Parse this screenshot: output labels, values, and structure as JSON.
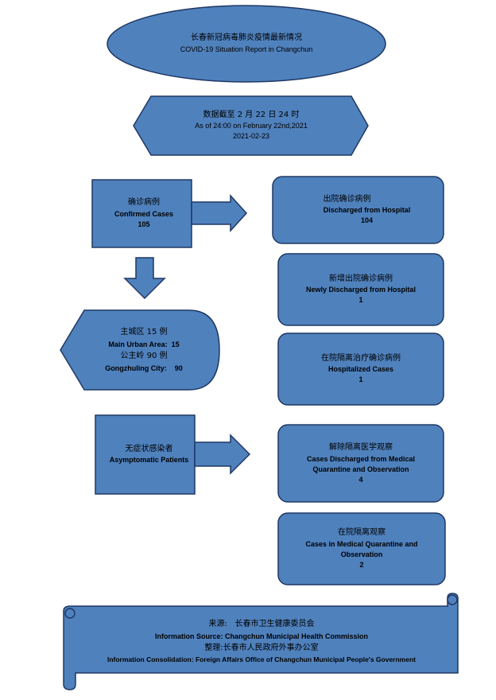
{
  "title": {
    "zh": "长春新冠病毒肺炎疫情最新情况",
    "en": "COVID-19 Situation Report in Changchun"
  },
  "date_banner": {
    "zh": "数据截至 2 月 22 日 24 时",
    "en": "As of 24:00 on February 22nd,2021",
    "date": "2021-02-23"
  },
  "confirmed": {
    "zh": "确诊病例",
    "en": "Confirmed Cases",
    "value": "105"
  },
  "discharged": {
    "zh": "出院确诊病例",
    "en": "Discharged from Hospital",
    "value": "104"
  },
  "newly_discharged": {
    "zh": "新增出院确诊病例",
    "en": "Newly Discharged from Hospital",
    "value": "1"
  },
  "hospitalized": {
    "zh": "在院隔离治疗确诊病例",
    "en": "Hospitalized Cases",
    "value": "1"
  },
  "regions": {
    "main_zh": "主城区 15 例",
    "main_en": "Main Urban Area:  15",
    "gzl_zh": "公主岭 90 例",
    "gzl_en": "Gongzhuling City:    90"
  },
  "asymptomatic": {
    "zh": "无症状感染者",
    "en": "Asymptomatic Patients"
  },
  "released_observation": {
    "zh": "解除隔离医学观察",
    "en_line1": "Cases Discharged from Medical",
    "en_line2": "Quarantine and Observation",
    "value": "4"
  },
  "in_observation": {
    "zh": "在院隔离观察",
    "en_line1": "Cases in Medical Quarantine and",
    "en_line2": "Observation",
    "value": "2"
  },
  "source": {
    "zh": "来源:   长春市卫生健康委员会",
    "en": "Information Source:  Changchun Municipal Health Commission",
    "consolidation_zh": "整理:长春市人民政府外事办公室",
    "consolidation_en": "Information Consolidation: Foreign Affairs Office of Changchun Municipal People's Government"
  },
  "colors": {
    "fill": "#4f81bd",
    "stroke": "#1f3864"
  }
}
